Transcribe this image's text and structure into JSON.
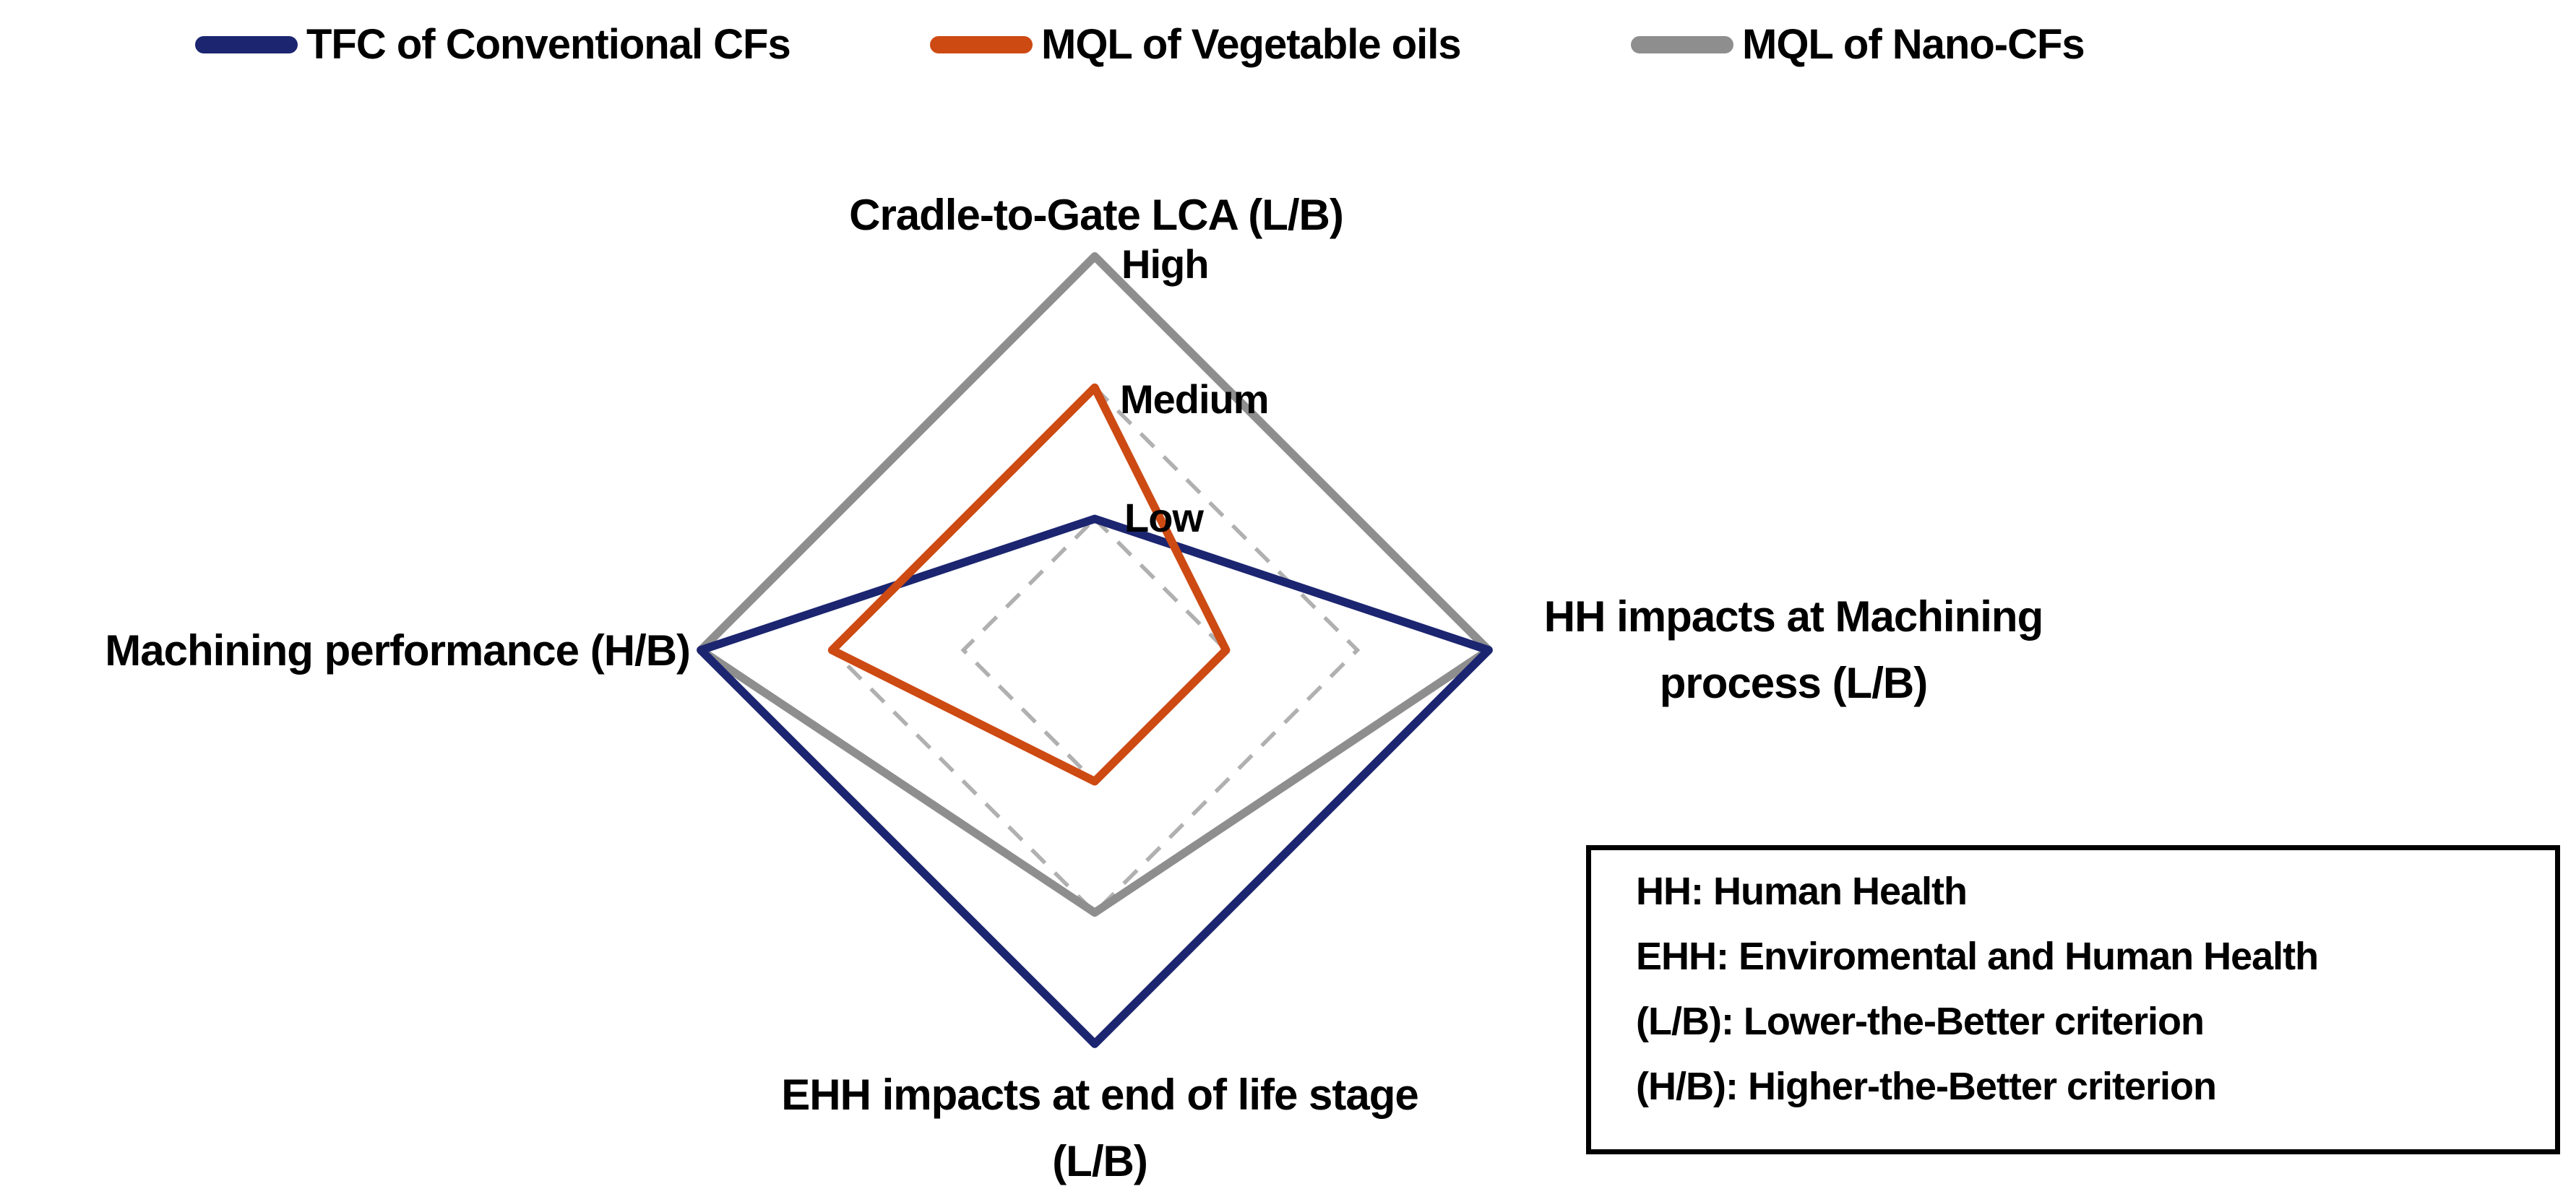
{
  "legend": {
    "items": [
      {
        "label": "TFC of Conventional CFs",
        "color": "#1b2570"
      },
      {
        "label": "MQL of Vegetable oils",
        "color": "#cd4a13"
      },
      {
        "label": "MQL of Nano-CFs",
        "color": "#8e8e8e"
      }
    ]
  },
  "axis_labels": {
    "top": "Cradle-to-Gate LCA (L/B)",
    "right_line1": "HH impacts at Machining",
    "right_line2": "process (L/B)",
    "bottom_line1": "EHH impacts at end of life stage",
    "bottom_line2": "(L/B)",
    "left": "Machining performance (H/B)"
  },
  "level_labels": {
    "high": "High",
    "medium": "Medium",
    "low": "Low"
  },
  "note_box": {
    "line1": "HH: Human Health",
    "line2": "EHH: Enviromental and Human Health",
    "line3": "(L/B): Lower-the-Better criterion",
    "line4": "(H/B): Higher-the-Better criterion"
  },
  "chart_data": {
    "type": "radar",
    "axes": [
      "Cradle-to-Gate LCA (L/B)",
      "HH impacts at Machining process (L/B)",
      "EHH impacts at end of life stage (L/B)",
      "Machining performance (H/B)"
    ],
    "axes_order": "clockwise from top: top, right, bottom, left",
    "scale": {
      "levels": [
        "Low",
        "Medium",
        "High"
      ],
      "level_values": [
        1,
        2,
        3
      ],
      "min": 0,
      "max": 3
    },
    "gridlines": {
      "dashed_rings_at_values": [
        1,
        2
      ],
      "style": "dashed gray diamonds",
      "radial_spokes": false
    },
    "series": [
      {
        "name": "TFC of Conventional CFs",
        "color": "#1b2570",
        "values": [
          1,
          3,
          3,
          3
        ]
      },
      {
        "name": "MQL of Vegetable oils",
        "color": "#cd4a13",
        "values": [
          2,
          1,
          1,
          2
        ]
      },
      {
        "name": "MQL of Nano-CFs",
        "color": "#8e8e8e",
        "values": [
          3,
          3,
          2,
          3
        ]
      }
    ],
    "legend_position": "top",
    "notes": [
      "HH: Human Health",
      "EHH: Enviromental and Human Health",
      "(L/B): Lower-the-Better criterion",
      "(H/B): Higher-the-Better criterion"
    ]
  }
}
